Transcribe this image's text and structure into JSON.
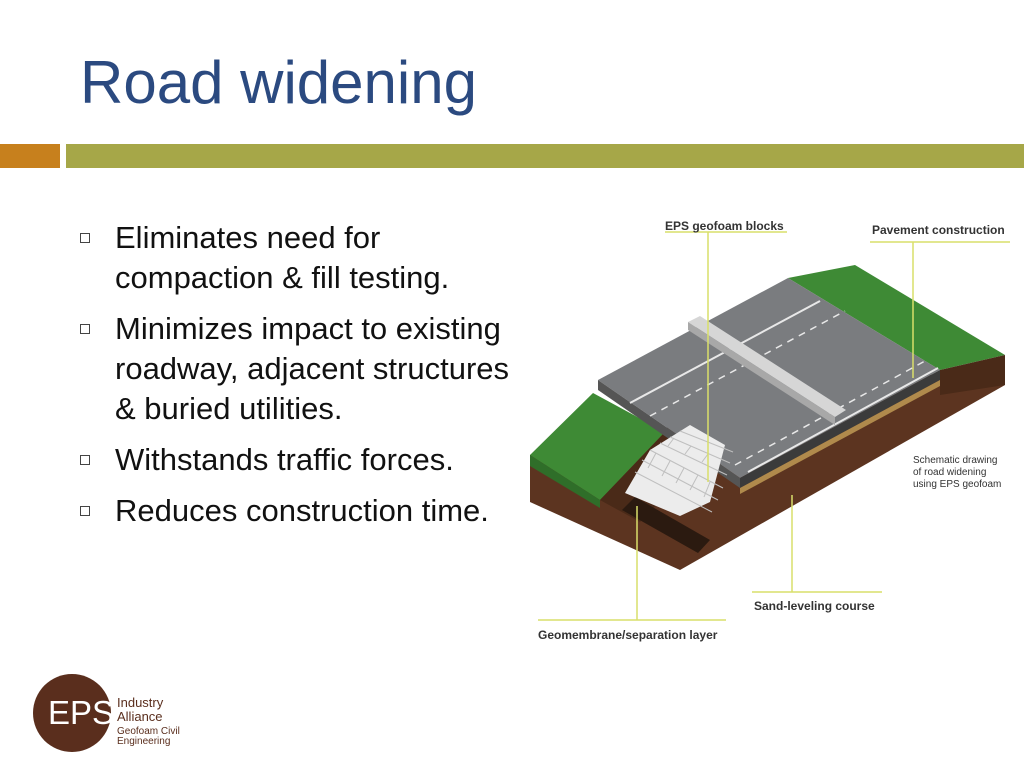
{
  "slide": {
    "title": "Road widening",
    "bullets": [
      "Eliminates need for compaction & fill testing.",
      "Minimizes impact to existing roadway, adjacent structures & buried utilities.",
      "Withstands traffic forces.",
      "Reduces construction time."
    ]
  },
  "diagram": {
    "labels": {
      "eps_blocks": "EPS geofoam blocks",
      "pavement": "Pavement construction",
      "sand": "Sand-leveling course",
      "geomembrane": "Geomembrane/separation layer",
      "caption_1": "Schematic drawing",
      "caption_2": "of road widening",
      "caption_3": "using EPS geofoam"
    }
  },
  "logo": {
    "mark": "EPS",
    "line1": "Industry",
    "line2": "Alliance",
    "line3": "Geofoam Civil",
    "line4": "Engineering"
  },
  "colors": {
    "title": "#2b4a80",
    "accent_orange": "#c7801d",
    "accent_olive": "#a6a748",
    "brand_brown": "#5a2e1d"
  }
}
